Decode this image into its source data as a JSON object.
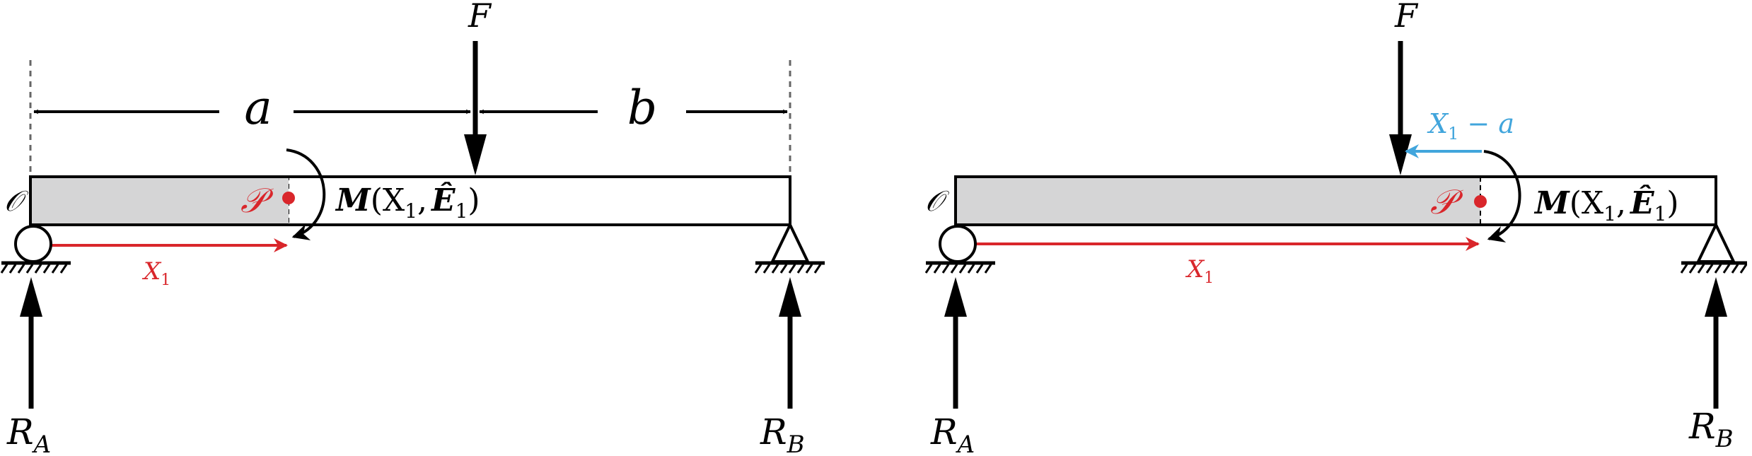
{
  "colors": {
    "black": "#000000",
    "red": "#d9262b",
    "blue": "#41a5dc",
    "beam_shade": "#d5d5d6"
  },
  "left": {
    "force": "F",
    "dim_a": "a",
    "dim_b": "b",
    "origin": "𝒪",
    "point": "𝒫",
    "moment_M": "M",
    "moment_args_open": "(X",
    "moment_sub1": "1",
    "moment_comma": ",",
    "moment_E": "Ê",
    "moment_sub2": "1",
    "moment_close": ")",
    "x1_label": "X",
    "x1_sub": "1",
    "ra": "R",
    "ra_sub": "A",
    "rb": "R",
    "rb_sub": "B"
  },
  "right": {
    "force": "F",
    "offset_label": "X",
    "offset_sub": "1",
    "offset_rest": " − a",
    "origin": "𝒪",
    "point": "𝒫",
    "moment_M": "M",
    "moment_args_open": "(X",
    "moment_sub1": "1",
    "moment_comma": ",",
    "moment_E": "Ê",
    "moment_sub2": "1",
    "moment_close": ")",
    "x1_label": "X",
    "x1_sub": "1",
    "ra": "R",
    "ra_sub": "A",
    "rb": "R",
    "rb_sub": "B"
  }
}
